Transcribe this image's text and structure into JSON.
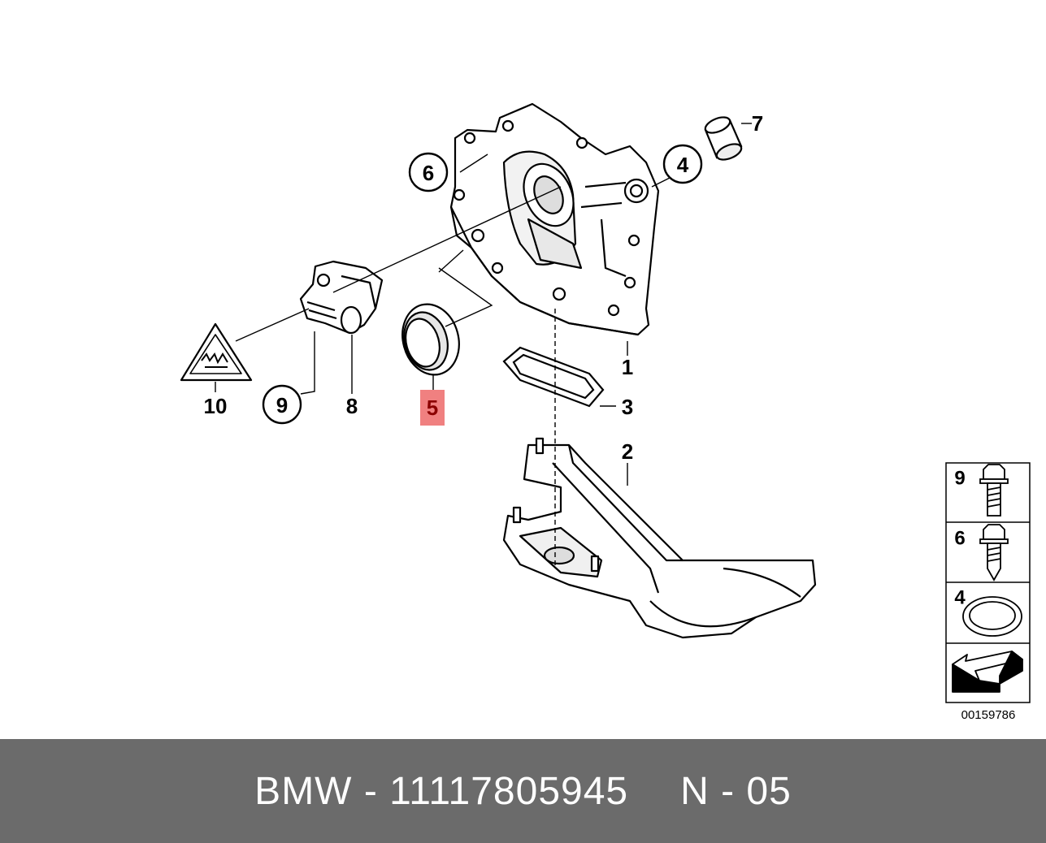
{
  "callouts": {
    "c1": "1",
    "c2": "2",
    "c3": "3",
    "c4": "4",
    "c5": "5",
    "c6": "6",
    "c7": "7",
    "c8": "8",
    "c9": "9",
    "c10": "10"
  },
  "highlight_color": "#f08080",
  "legend": [
    {
      "number": "9",
      "icon": "bolt-icon"
    },
    {
      "number": "6",
      "icon": "screw-icon"
    },
    {
      "number": "4",
      "icon": "seal-ring-icon"
    },
    {
      "number": "",
      "icon": "arrow-icon"
    }
  ],
  "diagram_ref": "00159786",
  "footer": {
    "brand": "BMW - 11117805945",
    "code": "N - 05"
  }
}
